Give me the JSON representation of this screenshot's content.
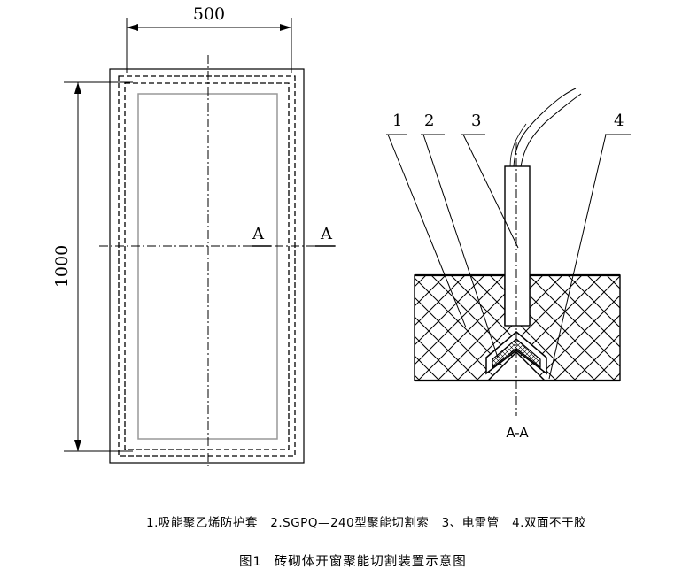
{
  "dimensions": {
    "width": "500",
    "height": "1000"
  },
  "section_labels": {
    "cut_left": "A",
    "cut_right": "A",
    "section_view": "A-A"
  },
  "callouts": [
    "1",
    "2",
    "3",
    "4"
  ],
  "legend": {
    "item1": "1.吸能聚乙烯防护套",
    "item2": "2.SGPQ—240型聚能切割索",
    "item3": "3、电雷管",
    "item4": "4.双面不干胶"
  },
  "caption": {
    "number": "图1",
    "text": "砖砌体开窗聚能切割装置示意图"
  }
}
